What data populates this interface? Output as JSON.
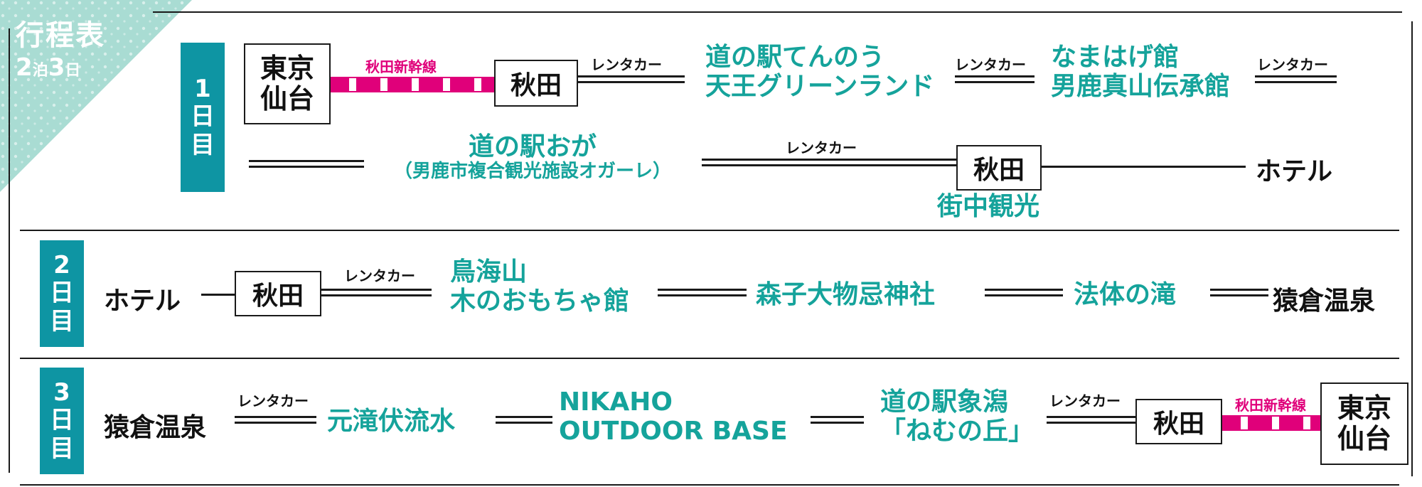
{
  "header": {
    "title": "行程表",
    "nights": "2泊",
    "days": "3日",
    "nights_num": "2",
    "nights_suffix": "泊",
    "days_num": "3",
    "days_suffix": "日"
  },
  "colors": {
    "teal": "#0e95a3",
    "green_text": "#15a39b",
    "pink": "#e0007a",
    "corner_mint": "#a9dcd3"
  },
  "transport": {
    "rental_car": "レンタカー",
    "shinkansen": "秋田新幹線"
  },
  "day1": {
    "label": [
      "1",
      "日",
      "目"
    ],
    "start": [
      "東京",
      "仙台"
    ],
    "akita": "秋田",
    "stop1": [
      "道の駅てんのう",
      "天王グリーンランド"
    ],
    "stop2": [
      "なまはげ館",
      "男鹿真山伝承館"
    ],
    "stop3": [
      "道の駅おが",
      "（男鹿市複合観光施設オガーレ）"
    ],
    "akita2": "秋田",
    "sightseeing": "街中観光",
    "end": "ホテル"
  },
  "day2": {
    "label": [
      "2",
      "日",
      "目"
    ],
    "start": "ホテル",
    "akita": "秋田",
    "stop1": [
      "鳥海山",
      "木のおもちゃ館"
    ],
    "stop2": "森子大物忌神社",
    "stop3": "法体の滝",
    "end": "猿倉温泉"
  },
  "day3": {
    "label": [
      "3",
      "日",
      "目"
    ],
    "start": "猿倉温泉",
    "stop1": "元滝伏流水",
    "stop2": [
      "NIKAHO",
      "OUTDOOR BASE"
    ],
    "stop3": [
      "道の駅象潟",
      "「ねむの丘」"
    ],
    "akita": "秋田",
    "end": [
      "東京",
      "仙台"
    ]
  }
}
